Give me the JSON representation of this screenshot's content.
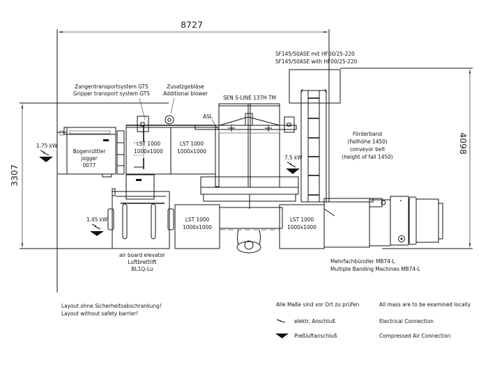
{
  "dimensions": {
    "overall_width": "8727",
    "left_height": "3307",
    "right_height": "4098"
  },
  "labels": {
    "sf145_de": "SF145/50ASE mit HF00/25-220",
    "sf145_en": "SF145/50ASE with HF00/25-220",
    "gts_de": "Zangentransportsystem GTS",
    "gts_en": "Gripper transport system GTS",
    "blower_de": "Zusatzgebläse",
    "blower_en": "Additional blower",
    "sen": "SEN S-LINE 137H TM",
    "asl": "ASL",
    "jogger_de": "Bogenrüttler",
    "jogger_en": "jogger",
    "jogger_id": "0077",
    "lst_top_1": [
      "LST 1000",
      "1000x1000"
    ],
    "lst_top_2": [
      "LST 1000",
      "1000x1000"
    ],
    "lst_bottom_1": [
      "LST 1000",
      "1000x1000"
    ],
    "lst_bottom_2": [
      "LST 1000",
      "1000x1000"
    ],
    "conveyor": [
      "Förderband",
      "(Fallhöhe 1450)",
      "conveyor belt",
      "(height of fall 1450)"
    ],
    "elevator": [
      "air board elevator",
      "Luftbrettlift",
      "BL1Q-Lu"
    ],
    "banding_de": "Mehrfachbündler MB74-L",
    "banding_en": "Multiple Banding Machines MB74-L",
    "power_jogger": "1.75 kW",
    "power_elevator": "1.45 kW",
    "power_conveyor": "7.5 kW"
  },
  "notes": {
    "barrier_de": "Layout ohne Sicherheitsabschrankung!",
    "barrier_en": "Layout without safety barrier!",
    "check_de": "Alle Maße sind vor Ort zu prüfen",
    "check_en": "All mass are to be examined locally"
  },
  "legend": [
    {
      "icon": "electrical-connection-icon",
      "label_de": "elektr. Anschluß",
      "label_en": "Electrical Connection"
    },
    {
      "icon": "compressed-air-icon",
      "label_de": "Preßluftanschluß",
      "label_en": "Compressed Air Connection"
    }
  ]
}
